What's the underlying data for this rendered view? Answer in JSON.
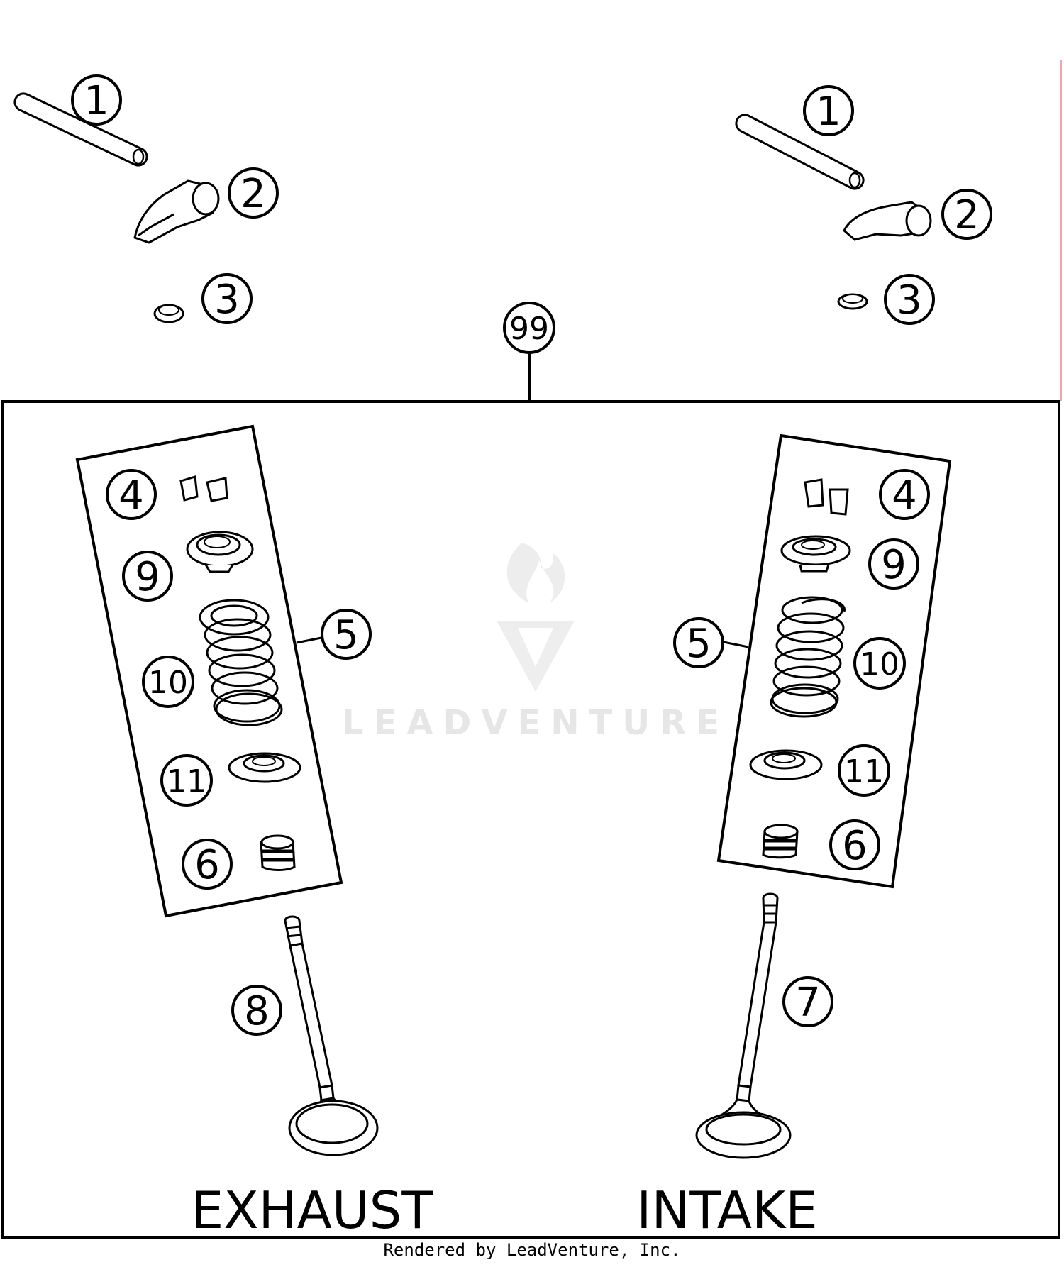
{
  "diagram": {
    "labels": {
      "exhaust": "EXHAUST",
      "intake": "INTAKE"
    },
    "watermark": "LEADVENTURE",
    "callouts": {
      "c1": "1",
      "c2": "2",
      "c3": "3",
      "c4": "4",
      "c5": "5",
      "c6": "6",
      "c7": "7",
      "c8": "8",
      "c9": "9",
      "c10": "10",
      "c11": "11",
      "c99": "99"
    }
  },
  "footer": {
    "text": "Rendered by LeadVenture, Inc."
  }
}
